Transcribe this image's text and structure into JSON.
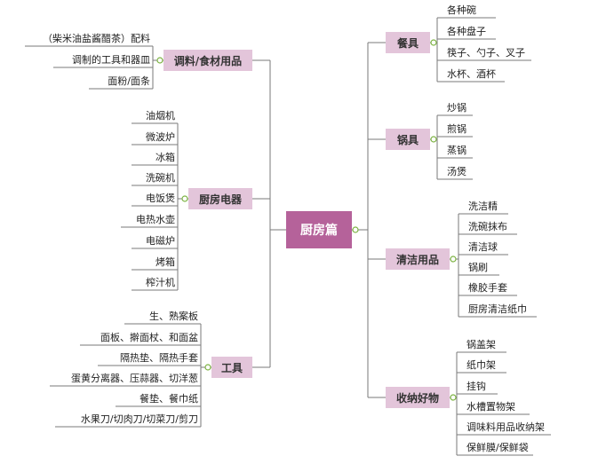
{
  "colors": {
    "root_fill": "#b5629a",
    "branch_fill": "#e3c5da",
    "line": "#7a7a7a",
    "connector_dot": "#7cb342"
  },
  "root": {
    "label": "厨房篇"
  },
  "left_branches": [
    {
      "label": "调料/食材用品",
      "items": [
        "（柴米油盐酱醋茶）配料",
        "调制的工具和器皿",
        "面粉/面条"
      ]
    },
    {
      "label": "厨房电器",
      "items": [
        "油烟机",
        "微波炉",
        "冰箱",
        "洗碗机",
        "电饭煲",
        "电热水壶",
        "电磁炉",
        "烤箱",
        "榨汁机"
      ]
    },
    {
      "label": "工具",
      "items": [
        "生、熟案板",
        "面板、擀面杖、和面盆",
        "隔热垫、隔热手套",
        "蛋黄分离器、压蒜器、切洋葱",
        "餐垫、餐巾纸",
        "水果刀/切肉刀/切菜刀/剪刀"
      ]
    }
  ],
  "right_branches": [
    {
      "label": "餐具",
      "items": [
        "各种碗",
        "各种盘子",
        "筷子、勺子、叉子",
        "水杯、酒杯"
      ]
    },
    {
      "label": "锅具",
      "items": [
        "炒锅",
        "煎锅",
        "蒸锅",
        "汤煲"
      ]
    },
    {
      "label": "清洁用品",
      "items": [
        "洗洁精",
        "洗碗抹布",
        "清洁球",
        "锅刷",
        "橡胶手套",
        "厨房清洁纸巾"
      ]
    },
    {
      "label": "收纳好物",
      "items": [
        "锅盖架",
        "纸巾架",
        "挂钩",
        "水槽置物架",
        "调味料用品收纳架",
        "保鲜膜/保鲜袋"
      ]
    }
  ]
}
